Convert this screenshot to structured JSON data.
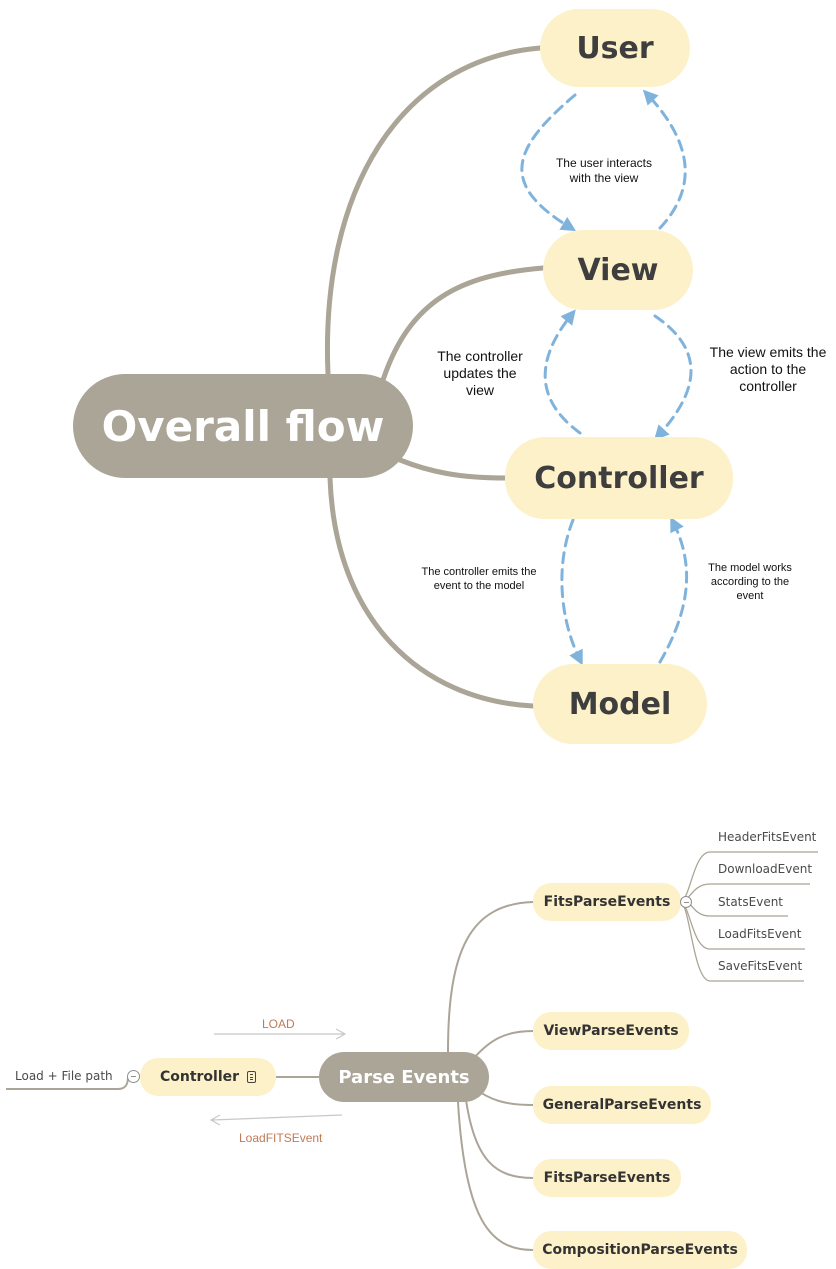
{
  "flow": {
    "root": "Overall flow",
    "user": "User",
    "view": "View",
    "controller": "Controller",
    "model": "Model",
    "note_user_view": "The user interacts with the view",
    "note_ctrl_updates": "The controller updates the view",
    "note_view_emits": "The view emits the action to the controller",
    "note_ctrl_emits": "The controller emits the event to the model",
    "note_model_works": "The model works according to the event"
  },
  "events": {
    "input_label": "Load + File path",
    "controller": "Controller",
    "load_label": "LOAD",
    "load_fits_label": "LoadFITSEvent",
    "parse": "Parse Events",
    "fits_parse_top": "FitsParseEvents",
    "leaves": [
      "HeaderFitsEvent",
      "DownloadEvent",
      "StatsEvent",
      "LoadFitsEvent",
      "SaveFitsEvent"
    ],
    "view_parse": "ViewParseEvents",
    "general_parse": "GeneralParseEvents",
    "fits_parse_bottom": "FitsParseEvents",
    "composition_parse": "CompositionParseEvents"
  },
  "colors": {
    "branch": "#aaa596",
    "pill": "#fdf1c9",
    "dashed_arrow": "#7fb3dc",
    "edge_label": "#c07a55"
  },
  "icons": [
    "note-icon",
    "collapse-icon"
  ]
}
